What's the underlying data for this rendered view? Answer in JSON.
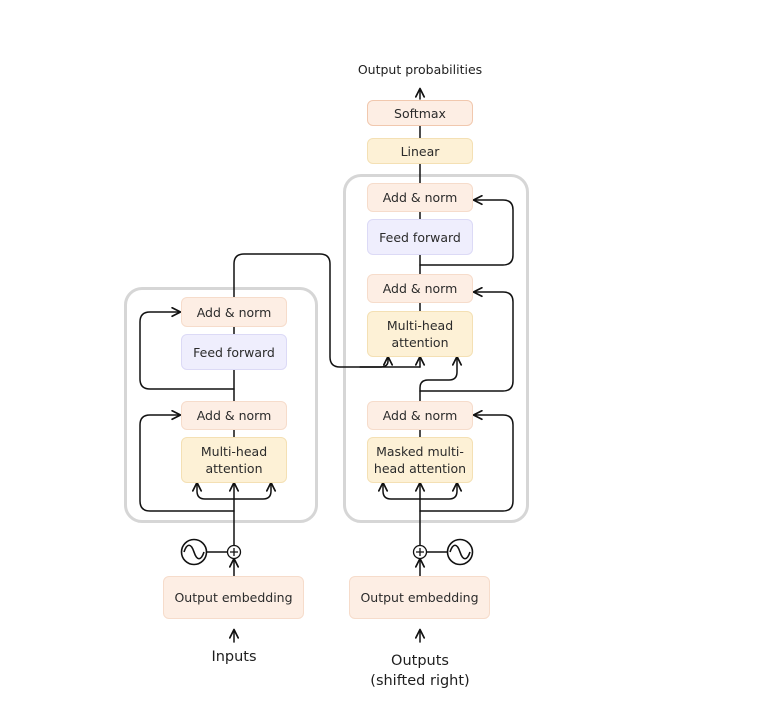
{
  "diagram": {
    "output_probabilities": "Output probabilities",
    "softmax": "Softmax",
    "linear": "Linear",
    "encoder": {
      "add_norm_top": "Add & norm",
      "feed_forward": "Feed forward",
      "add_norm_bottom": "Add & norm",
      "attention_line1": "Multi-head",
      "attention_line2": "attention",
      "embedding": "Output embedding",
      "input_label": "Inputs"
    },
    "decoder": {
      "add_norm_top": "Add & norm",
      "feed_forward": "Feed forward",
      "add_norm_middle": "Add & norm",
      "cross_attention_line1": "Multi-head",
      "cross_attention_line2": "attention",
      "add_norm_bottom": "Add & norm",
      "masked_attention_line1": "Masked multi-",
      "masked_attention_line2": "head attention",
      "embedding": "Output embedding",
      "output_label_line1": "Outputs",
      "output_label_line2": "(shifted right)"
    }
  }
}
